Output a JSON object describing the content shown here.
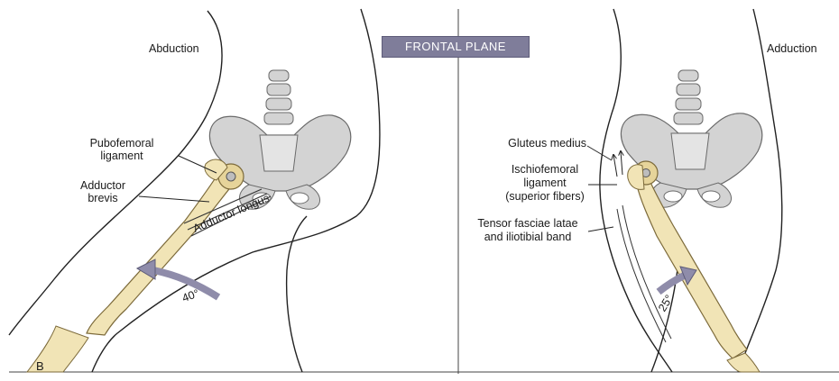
{
  "banner": "FRONTAL PLANE",
  "left_panel": {
    "title": "Abduction",
    "labels": {
      "pubofemoral_1": "Pubofemoral",
      "pubofemoral_2": "ligament",
      "adductor_brevis_1": "Adductor",
      "adductor_brevis_2": "brevis",
      "adductor_longus": "Adductor longus",
      "angle": "40°"
    },
    "panel_letter": "B"
  },
  "right_panel": {
    "title": "Adduction",
    "labels": {
      "gluteus_medius": "Gluteus medius",
      "ischiofemoral_1": "Ischiofemoral",
      "ischiofemoral_2": "ligament",
      "ischiofemoral_3": "(superior fibers)",
      "tensor_1": "Tensor fasciae latae",
      "tensor_2": "and iliotibial band",
      "angle": "25°"
    }
  },
  "colors": {
    "bone": "#f1e4b6",
    "bone_outline": "#7c6a3a",
    "pelvis": "#d3d3d3",
    "pelvis_outline": "#6a6a6a",
    "arrow": "#8f8caa",
    "ligament": "#b8a878",
    "outline": "#222222"
  }
}
